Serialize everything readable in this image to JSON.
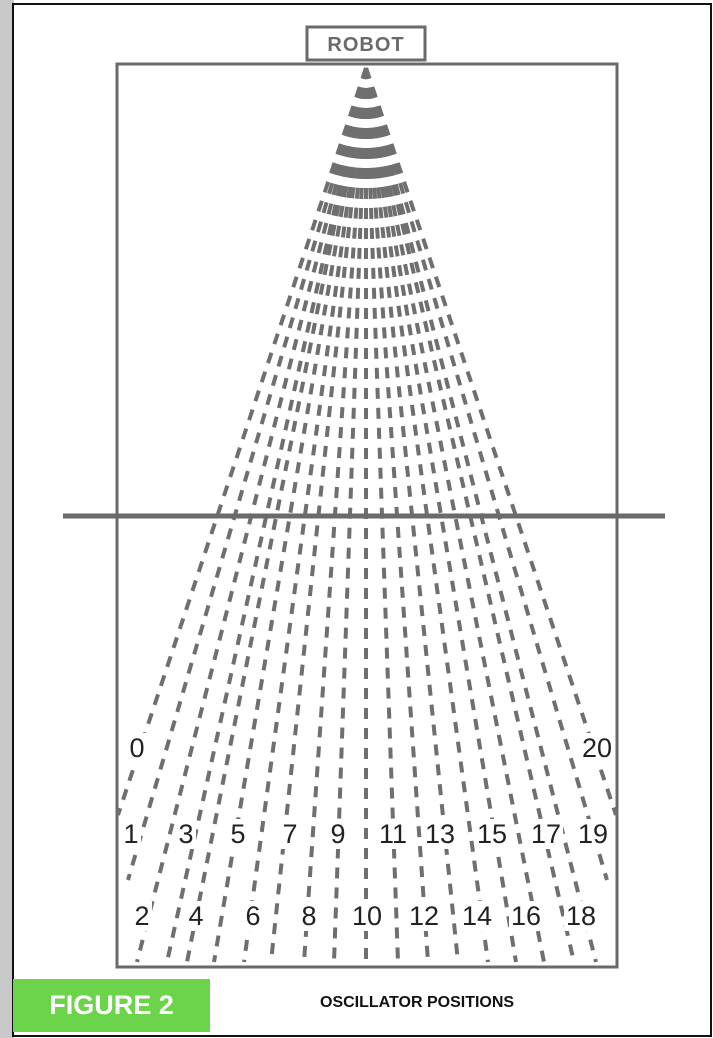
{
  "robot_label": "ROBOT",
  "figure": {
    "label": "FIGURE 2",
    "caption": "OSCILLATOR POSITIONS"
  },
  "positions": [
    "0",
    "1",
    "2",
    "3",
    "4",
    "5",
    "6",
    "7",
    "8",
    "9",
    "10",
    "11",
    "12",
    "13",
    "14",
    "15",
    "16",
    "17",
    "18",
    "19",
    "20"
  ],
  "colors": {
    "line": "#6f6f6f",
    "divider": "#6a6a6a",
    "figure_badge": "#6cd44a",
    "page_border": "#111111",
    "left_shadow": "#c9c9c9"
  }
}
